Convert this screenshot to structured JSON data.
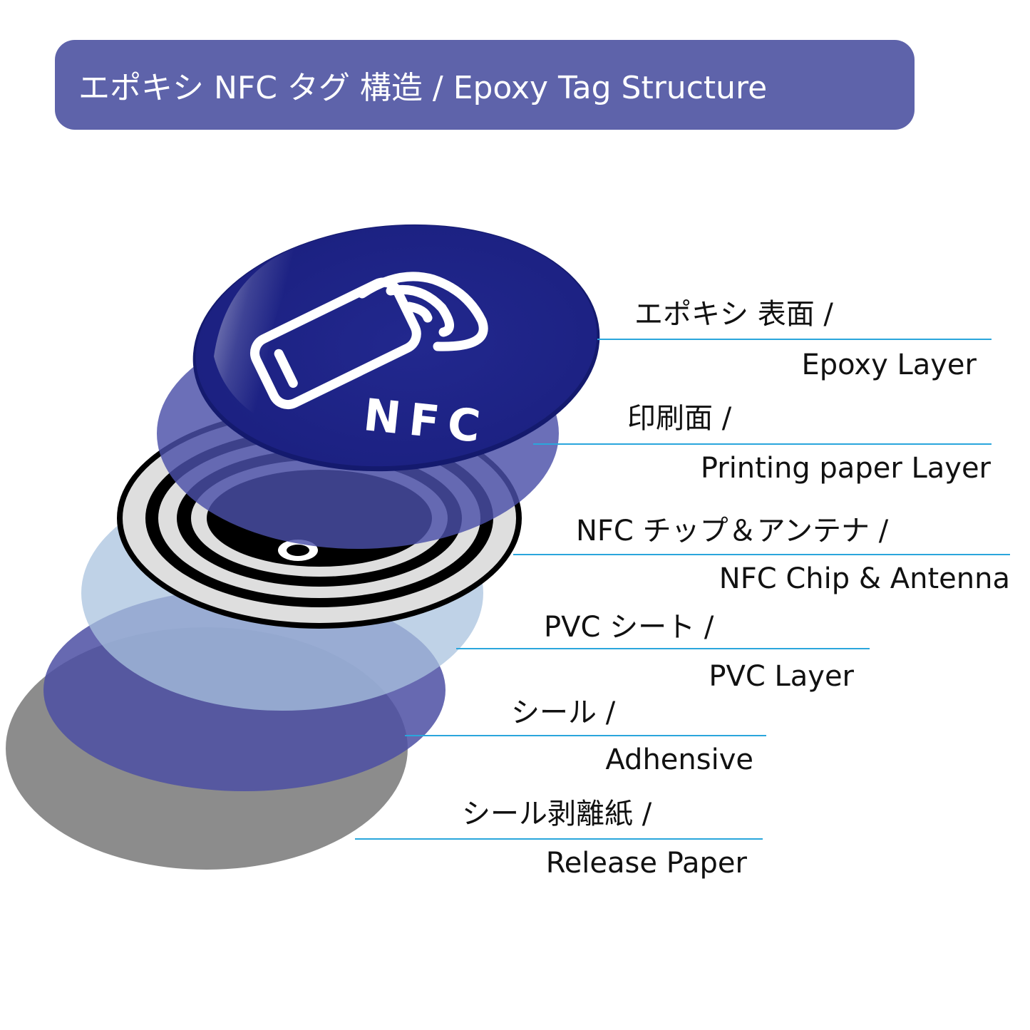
{
  "title": "エポキシ NFC タグ 構造 / Epoxy Tag Structure",
  "colors": {
    "title_bg": "#5e63aa",
    "leader_line": "#2aa6dc",
    "epoxy": "#1f2585",
    "printing": "#4b4fa8",
    "pvc": "#a9c3df",
    "adhesive": "#4c4fa3",
    "release": "#8c8c8c"
  },
  "tag": {
    "logo_text": "NFC",
    "icon": "phone-nfc-icon"
  },
  "layers": [
    {
      "jp": "エポキシ 表面 /",
      "en": "Epoxy Layer"
    },
    {
      "jp": "印刷面 /",
      "en": "Printing paper Layer"
    },
    {
      "jp": "NFC チップ＆アンテナ /",
      "en": "NFC Chip & Antenna"
    },
    {
      "jp": "PVC シート /",
      "en": "PVC Layer"
    },
    {
      "jp": "シール /",
      "en": "Adhensive"
    },
    {
      "jp": "シール剥離紙 /",
      "en": "Release Paper"
    }
  ]
}
